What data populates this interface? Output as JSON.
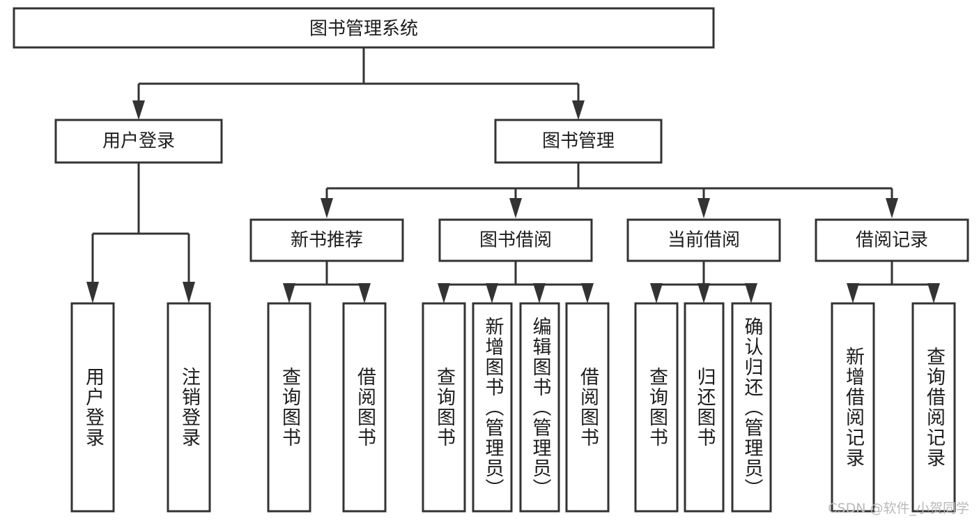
{
  "diagram": {
    "type": "tree-hierarchy",
    "title": "图书管理系统",
    "orientation": "top-down",
    "colors": {
      "box_stroke": "#333333",
      "box_fill": "#ffffff",
      "connector": "#333333",
      "text": "#1c1c1c",
      "watermark": "#b9b9b9",
      "background": "#ffffff"
    },
    "root": {
      "label": "图书管理系统",
      "id": "root-book-management-system"
    },
    "level1": [
      {
        "id": "user-login",
        "label": "用户登录"
      },
      {
        "id": "book-management",
        "label": "图书管理"
      }
    ],
    "level2": [
      {
        "id": "new-book-recommend",
        "label": "新书推荐",
        "parent": "book-management"
      },
      {
        "id": "book-borrow",
        "label": "图书借阅",
        "parent": "book-management"
      },
      {
        "id": "current-borrow",
        "label": "当前借阅",
        "parent": "book-management"
      },
      {
        "id": "borrow-record",
        "label": "借阅记录",
        "parent": "book-management"
      }
    ],
    "leaves": {
      "user-login": [
        {
          "id": "leaf-user-login",
          "label": "用户登录"
        },
        {
          "id": "leaf-logout-login",
          "label": "注销登录"
        }
      ],
      "new-book-recommend": [
        {
          "id": "leaf-query-book-1",
          "label": "查询图书"
        },
        {
          "id": "leaf-borrow-book-1",
          "label": "借阅图书"
        }
      ],
      "book-borrow": [
        {
          "id": "leaf-query-book-2",
          "label": "查询图书"
        },
        {
          "id": "leaf-add-book-admin",
          "label": "新增图书（管理员）"
        },
        {
          "id": "leaf-edit-book-admin",
          "label": "编辑图书（管理员）"
        },
        {
          "id": "leaf-borrow-book-2",
          "label": "借阅图书"
        }
      ],
      "current-borrow": [
        {
          "id": "leaf-query-book-3",
          "label": "查询图书"
        },
        {
          "id": "leaf-return-book",
          "label": "归还图书"
        },
        {
          "id": "leaf-confirm-return-admin",
          "label": "确认归还（管理员）"
        }
      ],
      "borrow-record": [
        {
          "id": "leaf-add-borrow-record",
          "label": "新增借阅记录"
        },
        {
          "id": "leaf-query-borrow-record",
          "label": "查询借阅记录"
        }
      ]
    },
    "watermark": "CSDN @软件_小贺同学"
  }
}
